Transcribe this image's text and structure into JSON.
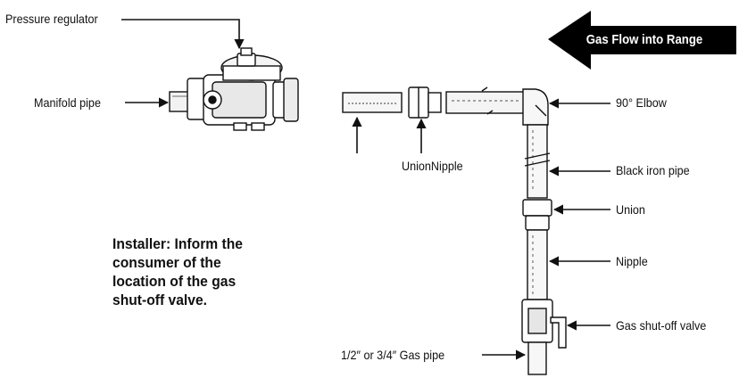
{
  "flow_banner": {
    "text": "Gas Flow into Range"
  },
  "labels": {
    "pressure_regulator": "Pressure regulator",
    "manifold_pipe": "Manifold pipe",
    "union_nipple": "UnionNipple",
    "elbow": "90° Elbow",
    "black_iron_pipe": "Black iron pipe",
    "union": "Union",
    "nipple": "Nipple",
    "shutoff_valve": "Gas shut-off valve",
    "gas_pipe": "1/2″ or 3/4″ Gas pipe"
  },
  "note": {
    "lines": [
      "Installer: Inform the",
      "consumer of the",
      "location of the gas",
      "shut-off valve."
    ]
  },
  "colors": {
    "line": "#111111",
    "banner": "#000000",
    "banner_text": "#ffffff"
  }
}
